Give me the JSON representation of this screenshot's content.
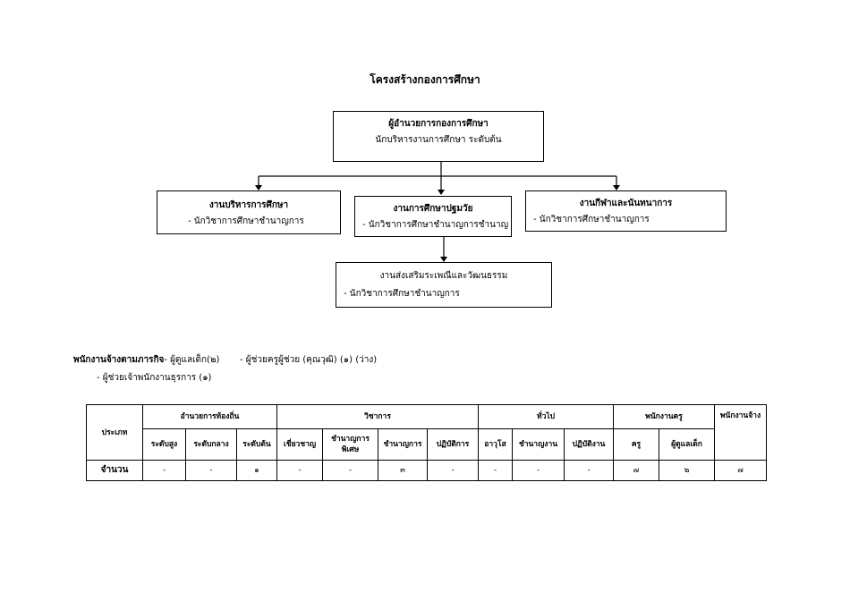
{
  "page_title": "โครงสร้างกองการศึกษา",
  "director": {
    "title": "ผู้อำนวยการกองการศึกษา",
    "subtitle": "นักบริหารงานการศึกษา ระดับต้น"
  },
  "units": [
    {
      "title": "งานบริหารการศึกษา",
      "staff": "- นักวิชาการศึกษาชำนาญการ"
    },
    {
      "title": "งานการศึกษาปฐมวัย",
      "staff": "- นักวิชาการศึกษาชำนาญการชำนาญ"
    },
    {
      "title": "งานกีฬาและนันทนาการ",
      "staff": "- นักวิชาการศึกษาชำนาญการ"
    }
  ],
  "subunit": {
    "title": "งานส่งเสริมระเพณีและวัฒนธรรม",
    "staff": "- นักวิชาการศึกษาชำนาญการ"
  },
  "contract_staff": {
    "label": "พนักงานจ้างตามภารกิจ",
    "item1": "- ผู้ดูแลเด็ก(๒)",
    "item2": "- ผู้ช่วยครูผู้ช่วย  (คุณวุฒิ)   (๑) (ว่าง)",
    "item3": "- ผู้ช่วยเจ้าพนักงานธุรการ  (๑)"
  },
  "table": {
    "row_header": "ประเภท",
    "groups": [
      "อำนวยการท้องถิ่น",
      "วิชาการ",
      "ทั่วไป",
      "พนักงานครู",
      "พนักงานจ้าง"
    ],
    "sub": [
      "ระดับสูง",
      "ระดับกลาง",
      "ระดับต้น",
      "เชี่ยวชาญ",
      "ชำนาญการพิเศษ",
      "ชำนาญการ",
      "ปฏิบัติการ",
      "อาวุโส",
      "ชำนาญงาน",
      "ปฏิบัติงาน",
      "ครู",
      "ผู้ดูแลเด็ก"
    ],
    "count_label": "จำนวน",
    "counts": [
      "-",
      "-",
      "๑",
      "-",
      "-",
      "๓",
      "-",
      "-",
      "-",
      "-",
      "๗",
      "๒",
      "๗"
    ]
  }
}
